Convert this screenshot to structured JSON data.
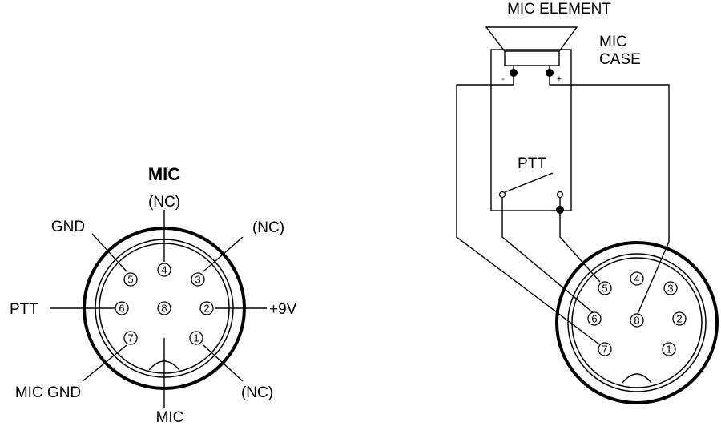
{
  "left_connector": {
    "title": "MIC",
    "labels": {
      "top_nc": "(NC)",
      "gnd": "GND",
      "upper_right_nc": "(NC)",
      "ptt": "PTT",
      "plus_9v": "+9V",
      "mic_gnd": "MIC GND",
      "lower_right_nc": "(NC)",
      "mic": "MIC"
    },
    "pins": [
      "1",
      "2",
      "3",
      "4",
      "5",
      "6",
      "7",
      "8"
    ]
  },
  "right_schematic": {
    "mic_element": "MIC ELEMENT",
    "mic_case_line1": "MIC",
    "mic_case_line2": "CASE",
    "ptt": "PTT",
    "minus": "-",
    "plus": "+",
    "pins": [
      "1",
      "2",
      "3",
      "4",
      "5",
      "6",
      "7",
      "8"
    ]
  }
}
